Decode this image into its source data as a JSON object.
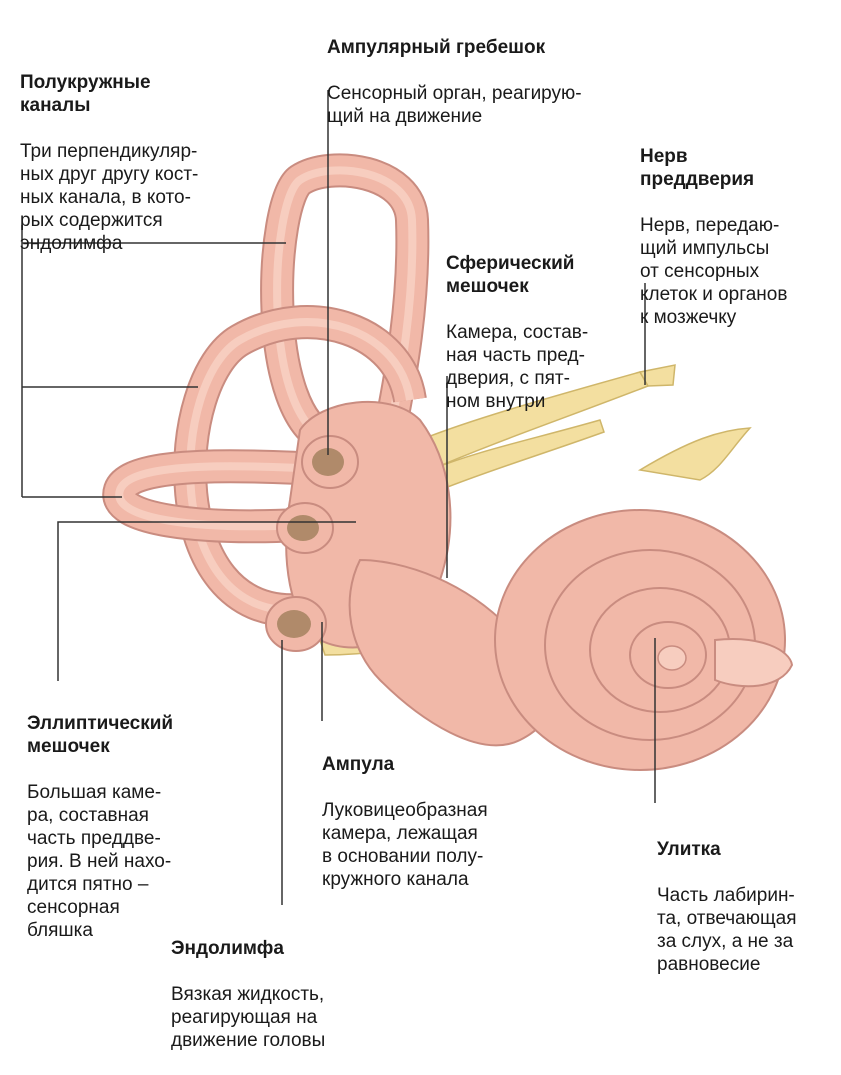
{
  "labels": {
    "semicircular_canals": {
      "title": "Полукружные\nканалы",
      "desc": "Три перпендикуляр-\nных друг другу кост-\nных канала, в кото-\nрых содержится\nэндолимфа"
    },
    "ampullary_crest": {
      "title": "Ампулярный гребешок",
      "desc": "Сенсорный орган, реагирую-\nщий на движение"
    },
    "vestibular_nerve": {
      "title": "Нерв\nпреддверия",
      "desc": "Нерв, передаю-\nщий импульсы\nот сенсорных\nклеток и органов\nк мозжечку"
    },
    "saccule": {
      "title": "Сферический\nмешочек",
      "desc": "Камера, состав-\nная часть пред-\nдверия, с пят-\nном внутри"
    },
    "utricle": {
      "title": "Эллиптический\nмешочек",
      "desc": "Большая каме-\nра, составная\nчасть преддве-\nрия. В ней нахо-\nдится пятно –\nсенсорная\nбляшка"
    },
    "ampulla": {
      "title": "Ампула",
      "desc": "Луковицеобразная\nкамера, лежащая\nв основании полу-\nкружного канала"
    },
    "cochlea": {
      "title": "Улитка",
      "desc": "Часть лабирин-\nта, отвечающая\nза слух, а не за\nравновесие"
    },
    "endolymph": {
      "title": "Эндолимфа",
      "desc": "Вязкая жидкость,\nреагирующая на\nдвижение головы"
    }
  },
  "colors": {
    "tissue": "#f1b8a8",
    "tissue_inner": "#f7cdbf",
    "tissue_edge": "#c98c80",
    "nerve": "#f3dfa0",
    "nerve_edge": "#cfb66a",
    "ampulla_dark": "#b08a6a",
    "leader_line": "#333333"
  }
}
